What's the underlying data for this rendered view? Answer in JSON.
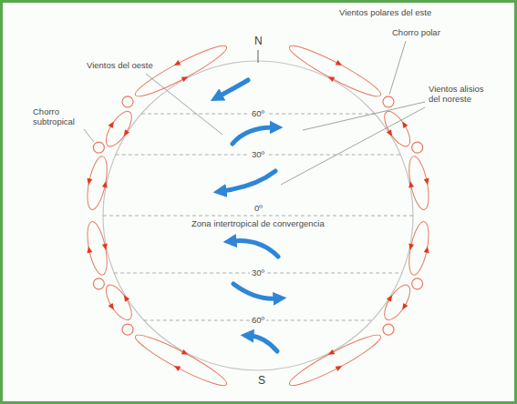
{
  "diagram": {
    "labels": [
      "N",
      "Vientos polares del este",
      "Chorro polar",
      "Vientos del oeste",
      "60º",
      "Vientos alisios del noreste",
      "Chorro subtropical",
      "30º",
      "0º",
      "Zona intertropical de convergencia",
      "30º",
      "60º",
      "S"
    ]
  }
}
